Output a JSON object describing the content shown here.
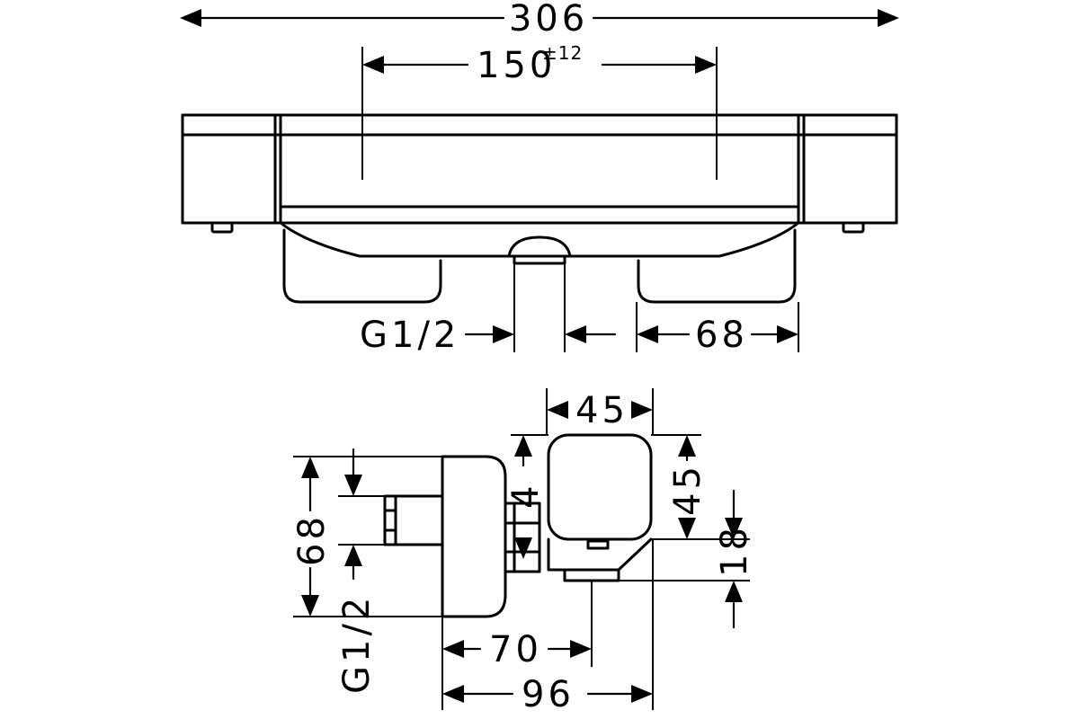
{
  "drawing": {
    "front_view": {
      "overall_width": "306",
      "center_distance": "150",
      "center_distance_tolerance": "±12",
      "connection_thread": "G1/2",
      "handle_width": "68"
    },
    "side_view": {
      "body_height": "68",
      "connection_thread": "G1/2",
      "knob_width": "45",
      "knob_offset": "4",
      "knob_height": "45",
      "spout_height": "18",
      "wall_to_spout": "70",
      "overall_depth": "96"
    }
  }
}
